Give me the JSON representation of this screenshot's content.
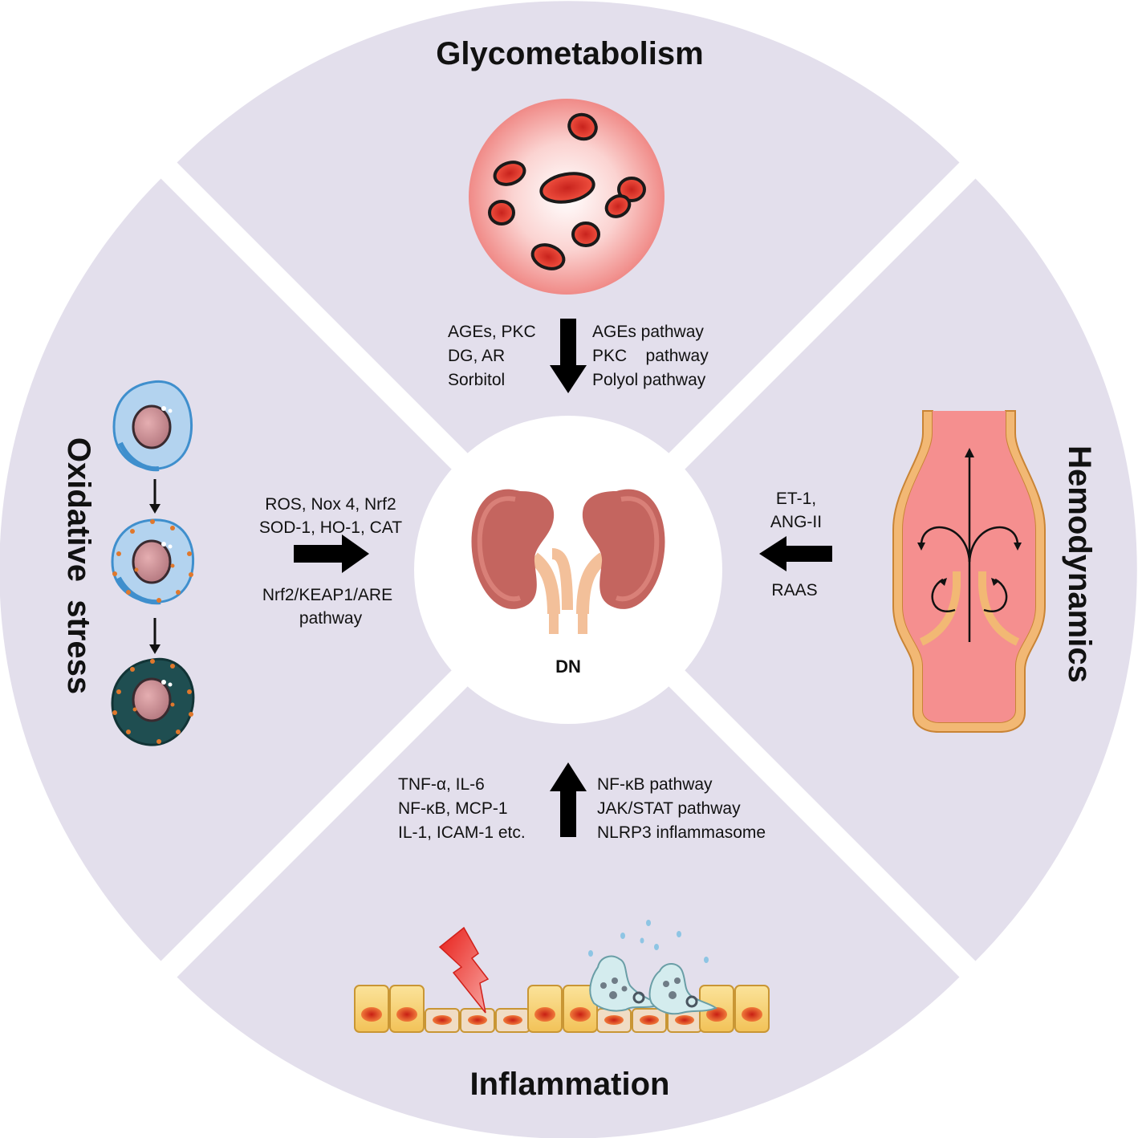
{
  "center": {
    "label": "DN"
  },
  "glycometabolism": {
    "title": "Glycometabolism",
    "left_lines": [
      "AGEs, PKC",
      "DG, AR",
      "Sorbitol"
    ],
    "right_lines": [
      "AGEs pathway",
      "PKC    pathway",
      "Polyol pathway"
    ]
  },
  "oxidative_stress": {
    "title": "Oxidative  stress",
    "top_lines": [
      "ROS, Nox 4, Nrf2",
      "SOD-1, HO-1, CAT"
    ],
    "bottom_lines": [
      "Nrf2/KEAP1/ARE",
      "pathway"
    ]
  },
  "hemodynamics": {
    "title": "Hemodynamics",
    "top_lines": [
      "ET-1,",
      "ANG-II"
    ],
    "bottom_lines": [
      "RAAS"
    ]
  },
  "inflammation": {
    "title": "Inflammation",
    "left_lines": [
      "TNF-α, IL-6",
      "NF-κB, MCP-1",
      "IL-1, ICAM-1 etc."
    ],
    "right_lines": [
      "NF-κB pathway",
      "JAK/STAT pathway",
      "NLRP3 inflammasome"
    ]
  },
  "colors": {
    "quadrant": "#e3dfec",
    "center": "#ffffff",
    "kidney": "#c4655f",
    "ureter": "#f3c09a",
    "blood_cell": "#e8382c",
    "vessel_wall": "#f2b874",
    "vessel_lumen": "#f58f8f"
  }
}
